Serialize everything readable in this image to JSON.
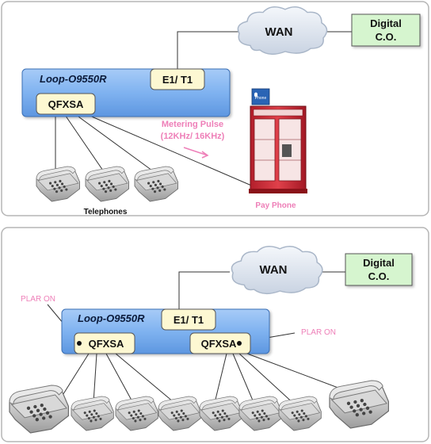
{
  "top": {
    "wan_label": "WAN",
    "digital_co_line1": "Digital",
    "digital_co_line2": "C.O.",
    "device_title": "Loop-O9550R",
    "e1t1_label": "E1/ T1",
    "qfxsa_label": "QFXSA",
    "metering_line1": "Metering Pulse",
    "metering_line2": "(12KHz/ 16KHz)",
    "telephones_label": "Telephones",
    "payphone_label": "Pay Phone",
    "booth_sign": "Phone"
  },
  "bottom": {
    "wan_label": "WAN",
    "digital_co_line1": "Digital",
    "digital_co_line2": "C.O.",
    "device_title": "Loop-O9550R",
    "e1t1_label": "E1/ T1",
    "qfxsa_left_label": "QFXSA",
    "qfxsa_right_label": "QFXSA",
    "plar_left": "PLAR ON",
    "plar_right": "PLAR ON"
  },
  "colors": {
    "device_fill": "#7fb2f0",
    "qfxsa_fill": "#fdf8d2",
    "digital_co_fill": "#d6f5cf",
    "pink_text": "#ee7fb8",
    "cloud_fill": "#dde5f0"
  }
}
